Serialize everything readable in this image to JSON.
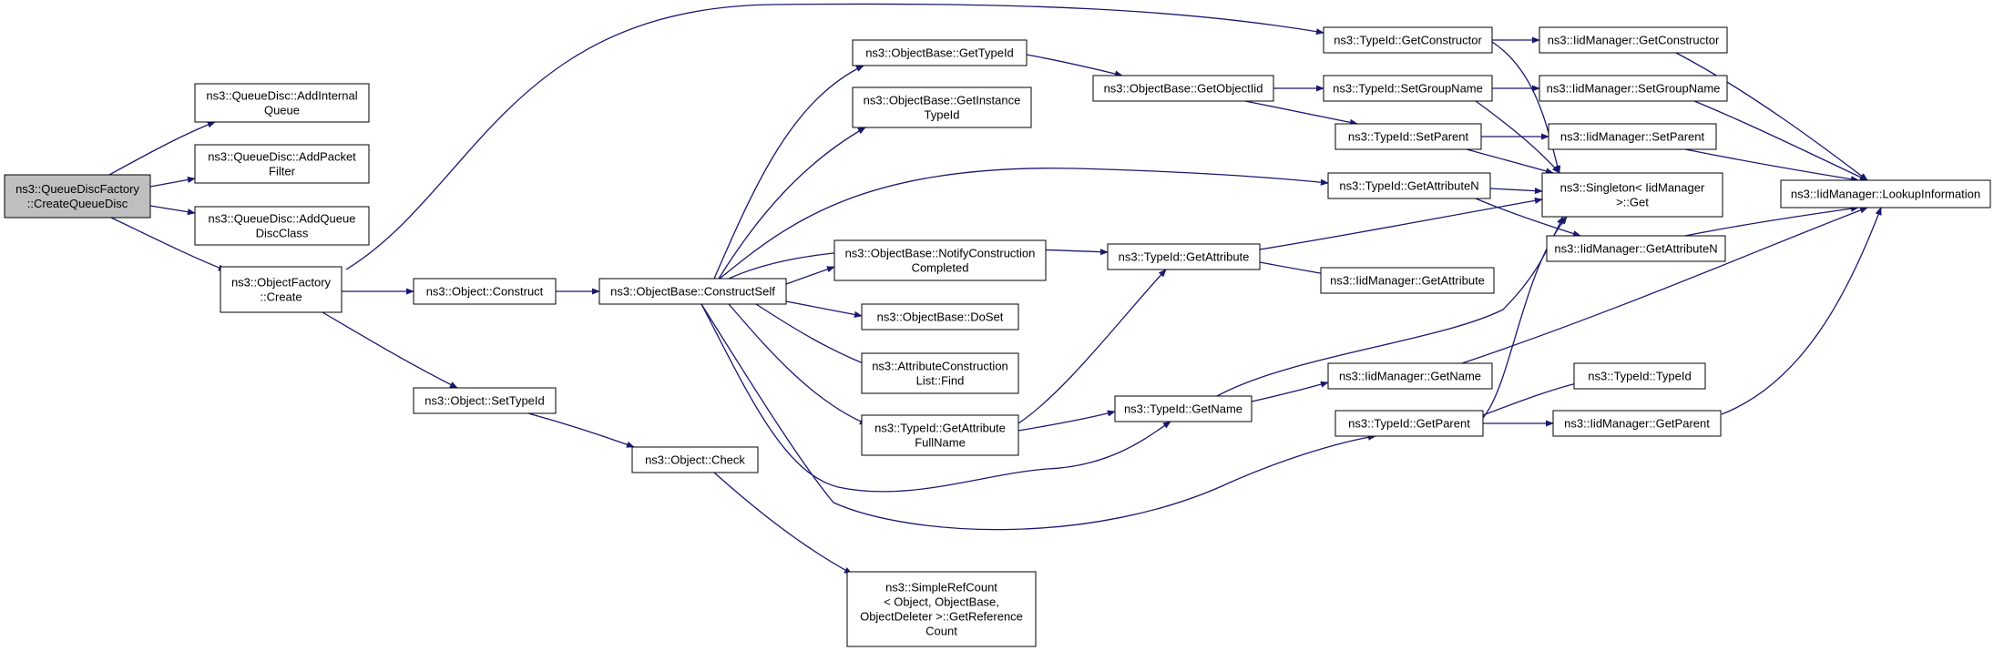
{
  "colors": {
    "edge": "#191970",
    "node_border": "#000000",
    "node_fill": "#ffffff",
    "root_fill": "#bfbfbf",
    "text": "#000000"
  },
  "nodes": {
    "root": [
      "ns3::QueueDiscFactory",
      "::CreateQueueDisc"
    ],
    "addInternalQueue": [
      "ns3::QueueDisc::AddInternal",
      "Queue"
    ],
    "addPacketFilter": [
      "ns3::QueueDisc::AddPacket",
      "Filter"
    ],
    "addQueueDiscClass": [
      "ns3::QueueDisc::AddQueue",
      "DiscClass"
    ],
    "objectFactoryCreate": [
      "ns3::ObjectFactory",
      "::Create"
    ],
    "objectConstruct": [
      "ns3::Object::Construct"
    ],
    "objectSetTypeId": [
      "ns3::Object::SetTypeId"
    ],
    "objectCheck": [
      "ns3::Object::Check"
    ],
    "simpleRefCount": [
      "ns3::SimpleRefCount",
      "< Object, ObjectBase,",
      "ObjectDeleter >::GetReference",
      "Count"
    ],
    "constructSelf": [
      "ns3::ObjectBase::ConstructSelf"
    ],
    "getTypeId": [
      "ns3::ObjectBase::GetTypeId"
    ],
    "getInstanceTypeId": [
      "ns3::ObjectBase::GetInstance",
      "TypeId"
    ],
    "notifyConstructionCompleted": [
      "ns3::ObjectBase::NotifyConstruction",
      "Completed"
    ],
    "doSet": [
      "ns3::ObjectBase::DoSet"
    ],
    "attrListFind": [
      "ns3::AttributeConstruction",
      "List::Find"
    ],
    "getAttributeFullName": [
      "ns3::TypeId::GetAttribute",
      "FullName"
    ],
    "getObjectIid": [
      "ns3::ObjectBase::GetObjectIid"
    ],
    "typeIdGetAttribute": [
      "ns3::TypeId::GetAttribute"
    ],
    "typeIdGetName": [
      "ns3::TypeId::GetName"
    ],
    "typeIdGetConstructor": [
      "ns3::TypeId::GetConstructor"
    ],
    "typeIdSetGroupName": [
      "ns3::TypeId::SetGroupName"
    ],
    "typeIdSetParent": [
      "ns3::TypeId::SetParent"
    ],
    "typeIdGetAttributeN": [
      "ns3::TypeId::GetAttributeN"
    ],
    "iidGetName": [
      "ns3::IidManager::GetName"
    ],
    "typeIdGetParent": [
      "ns3::TypeId::GetParent"
    ],
    "iidGetAttribute": [
      "ns3::IidManager::GetAttribute"
    ],
    "singletonGet": [
      "ns3::Singleton< IidManager",
      ">::Get"
    ],
    "typeIdTypeId": [
      "ns3::TypeId::TypeId"
    ],
    "iidGetConstructor": [
      "ns3::IidManager::GetConstructor"
    ],
    "iidSetGroupName": [
      "ns3::IidManager::SetGroupName"
    ],
    "iidSetParent": [
      "ns3::IidManager::SetParent"
    ],
    "iidGetAttributeN": [
      "ns3::IidManager::GetAttributeN"
    ],
    "iidGetParent": [
      "ns3::IidManager::GetParent"
    ],
    "lookupInformation": [
      "ns3::IidManager::LookupInformation"
    ]
  }
}
